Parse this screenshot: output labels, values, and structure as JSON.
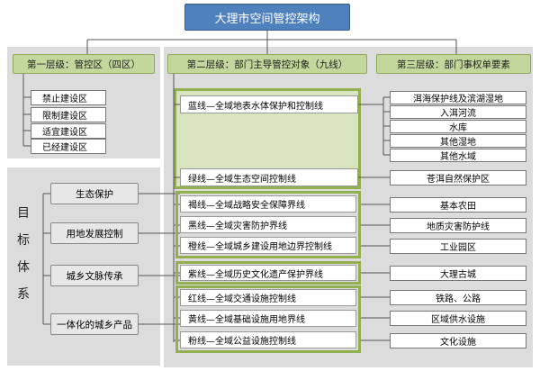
{
  "title": "大理市空间管控架构",
  "level1": {
    "header": "第一层级：管控区（四区）",
    "zones": [
      "禁止建设区",
      "限制建设区",
      "适宜建设区",
      "已经建设区"
    ]
  },
  "level2": {
    "header": "第二层级：部门主导管控对象（九线）",
    "lines": [
      "蓝线—全域地表水体保护和控制线",
      "绿线—全域生态空间控制线",
      "褐线—全域战略安全保障界线",
      "黑线—全域灾害防护界线",
      "橙线—全域城乡建设用地边界控制线",
      "紫线—全域历史文化遗产保护界线",
      "红线—全域交通设施控制线",
      "黄线—全域基础设施用地界线",
      "粉线—全域公益设施控制线"
    ]
  },
  "level3": {
    "header": "第三层级：部门事权单要素",
    "blue_elements": [
      "洱海保护线及滨湖湿地",
      "入洱河流",
      "水库",
      "其他湿地",
      "其他水域"
    ],
    "elements": [
      "苍洱自然保护区",
      "基本农田",
      "地质灾害防护线",
      "工业园区",
      "大理古城",
      "铁路、公路",
      "区域供水设施",
      "文化设施"
    ]
  },
  "goals": {
    "label_chars": [
      "目",
      "标",
      "体",
      "系"
    ],
    "items": [
      "生态保护",
      "用地发展控制",
      "城乡文脉传承",
      "一体化的城乡产品"
    ]
  }
}
